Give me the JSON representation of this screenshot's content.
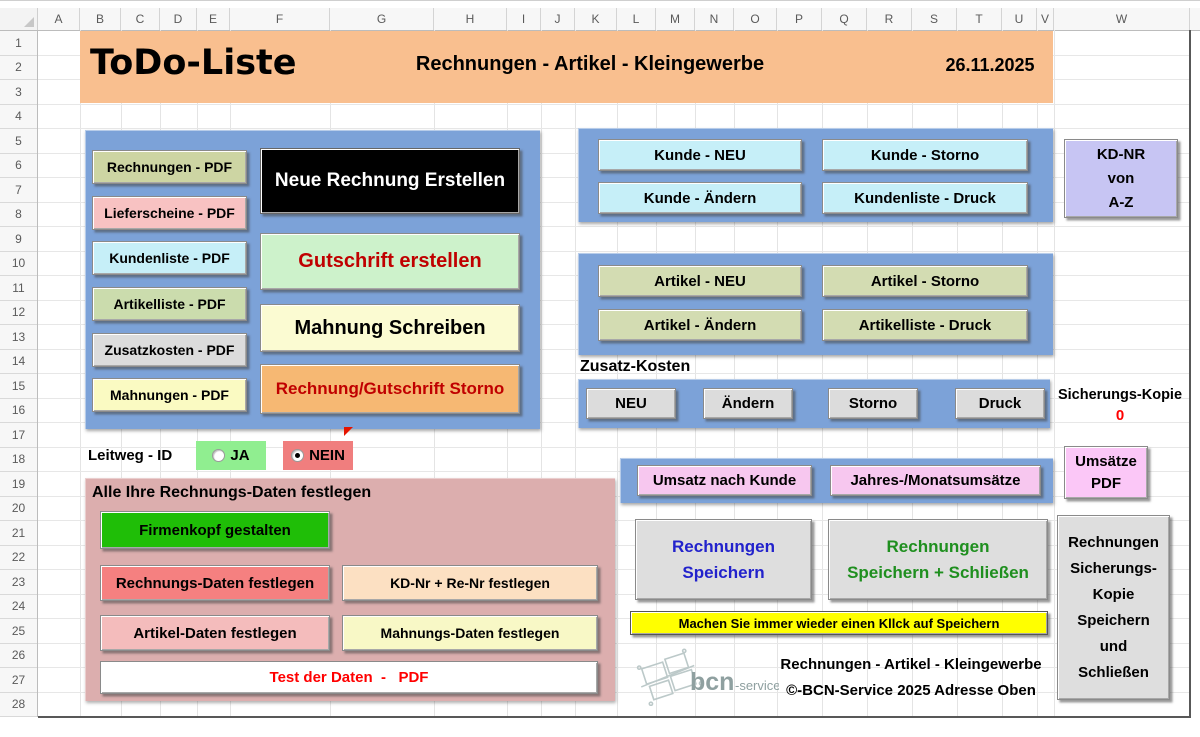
{
  "sheet": {
    "columns": [
      "A",
      "B",
      "C",
      "D",
      "E",
      "F",
      "G",
      "H",
      "I",
      "J",
      "K",
      "L",
      "M",
      "N",
      "O",
      "P",
      "Q",
      "R",
      "S",
      "T",
      "U",
      "V",
      "W"
    ],
    "rows": [
      "1",
      "2",
      "3",
      "4",
      "5",
      "6",
      "7",
      "8",
      "9",
      "10",
      "11",
      "12",
      "13",
      "14",
      "15",
      "16",
      "17",
      "18",
      "19",
      "20",
      "21",
      "22",
      "23",
      "24",
      "25",
      "26",
      "27",
      "28"
    ]
  },
  "banner": {
    "title": "ToDo-Liste",
    "subtitle": "Rechnungen - Artikel - Kleingewerbe",
    "date": "26.11.2025"
  },
  "pdf_buttons": [
    {
      "label": "Rechnungen - PDF"
    },
    {
      "label": "Lieferscheine - PDF"
    },
    {
      "label": "Kundenliste - PDF"
    },
    {
      "label": "Artikelliste - PDF"
    },
    {
      "label": "Zusatzkosten - PDF"
    },
    {
      "label": "Mahnungen - PDF"
    }
  ],
  "invoice_actions": {
    "new_invoice": "Neue Rechnung Erstellen",
    "credit_note": "Gutschrift erstellen",
    "reminder": "Mahnung Schreiben",
    "storno": "Rechnung/Gutschrift Storno"
  },
  "leitweg": {
    "label": "Leitweg - ID",
    "yes": "JA",
    "no": "NEIN",
    "selected": "NEIN"
  },
  "kunde": {
    "neu": "Kunde - NEU",
    "storno": "Kunde - Storno",
    "aendern": "Kunde - Ändern",
    "druck": "Kundenliste - Druck"
  },
  "kdnr_sort": "KD-NR\nvon\nA-Z",
  "artikel": {
    "neu": "Artikel - NEU",
    "storno": "Artikel - Storno",
    "aendern": "Artikel - Ändern",
    "druck": "Artikelliste - Druck"
  },
  "zusatz": {
    "label": "Zusatz-Kosten",
    "neu": "NEU",
    "aendern": "Ändern",
    "storno": "Storno",
    "druck": "Druck"
  },
  "backup_copy": {
    "label": "Sicherungs-Kopie",
    "count": "0"
  },
  "umsatz": {
    "by_customer": "Umsatz nach Kunde",
    "yearly_monthly": "Jahres-/Monatsumsätze",
    "pdf": "Umsätze\nPDF"
  },
  "settings_panel": {
    "title": "Alle Ihre Rechnungs-Daten festlegen",
    "firmenkopf": "Firmenkopf gestalten",
    "rechnungsdaten": "Rechnungs-Daten festlegen",
    "kdnr_renr": "KD-Nr + Re-Nr festlegen",
    "artikeldaten": "Artikel-Daten festlegen",
    "mahnungsdaten": "Mahnungs-Daten festlegen",
    "test_pdf": "Test der Daten  -   PDF"
  },
  "save": {
    "save": "Rechnungen\nSpeichern",
    "save_close": "Rechnungen\nSpeichern + Schließen",
    "hint": "Machen Sie immer wieder einen Kllck auf Speichern",
    "backup_close": "Rechnungen\nSicherungs-\nKopie\nSpeichern\nund\nSchließen"
  },
  "footer": {
    "logo_main": "bcn",
    "logo_suffix": "-service",
    "line1": "Rechnungen - Artikel - Kleingewerbe",
    "line2": "©-BCN-Service 2025 Adresse Oben"
  },
  "colors": {
    "banner_bg": "#f9bf8f",
    "panel_blue": "#7ca2d8",
    "panel_pink": "#dcaeae",
    "btn_black": "#000000",
    "btn_green_credit": "#cdf2cb",
    "btn_yellow": "#fbfbd2",
    "btn_orange_storno": "#f6b873",
    "btn_cyan": "#c6eff8",
    "btn_sage": "#d3dcb2",
    "btn_lavender": "#c7c5f3",
    "btn_pink_umsatz": "#f7c7ef",
    "btn_firmenkopf_green": "#1fbe07",
    "btn_salmon": "#f58080",
    "btn_peach": "#fce0c2",
    "hint_yellow": "#ffff00",
    "red_text": "#c00000",
    "blue_text": "#2222cc",
    "green_text": "#1f8f1f",
    "backup_count_red": "#ff0000",
    "radio_yes_green": "#90ee90",
    "radio_no_red": "#f07e7e"
  }
}
